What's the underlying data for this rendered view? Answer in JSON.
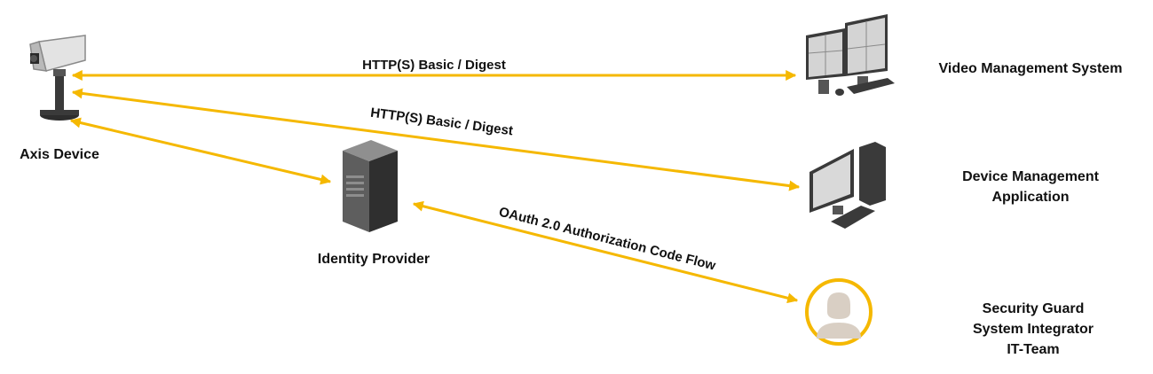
{
  "colors": {
    "arrow": "#F5B800",
    "icon_dark": "#3a3a3a",
    "icon_mid": "#6b6b6b",
    "icon_light": "#cfcfcf",
    "person": "#d9cfc4"
  },
  "nodes": {
    "axis_device": {
      "label": "Axis Device",
      "icon": "camera-icon"
    },
    "identity_provider": {
      "label": "Identity Provider",
      "icon": "server-icon"
    },
    "vms": {
      "label": "Video Management System",
      "icon": "monitor-wall-icon"
    },
    "dma": {
      "label_lines": [
        "Device Management",
        "Application"
      ],
      "icon": "desktop-computer-icon"
    },
    "users": {
      "label_lines": [
        "Security Guard",
        "System Integrator",
        "IT-Team"
      ],
      "icon": "person-icon"
    }
  },
  "connections": {
    "device_vms": {
      "label": "HTTP(S) Basic / Digest"
    },
    "device_dma": {
      "label": "HTTP(S) Basic / Digest"
    },
    "idp_users": {
      "label": "OAuth 2.0 Authorization Code Flow"
    }
  }
}
